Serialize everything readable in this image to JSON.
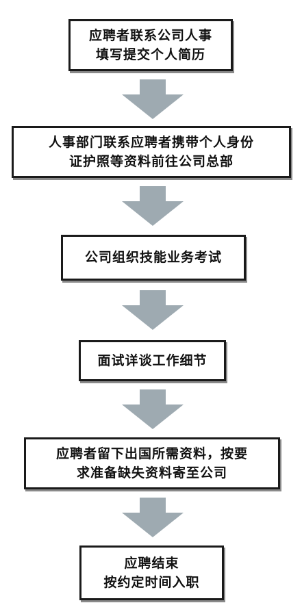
{
  "flow": {
    "arrow_color": "#9eaab1",
    "steps": [
      {
        "lines": [
          "应聘者联系公司人事",
          "填写提交个人简历"
        ]
      },
      {
        "lines": [
          "人事部门联系应聘者携带个人身份",
          "证护照等资料前往公司总部"
        ]
      },
      {
        "lines": [
          "公司组织技能业务考试"
        ]
      },
      {
        "lines": [
          "面试详谈工作细节"
        ]
      },
      {
        "lines": [
          "应聘者留下出国所需资料，按要",
          "求准备缺失资料寄至公司"
        ]
      },
      {
        "lines": [
          "应聘结束",
          "按约定时间入职"
        ]
      }
    ]
  }
}
